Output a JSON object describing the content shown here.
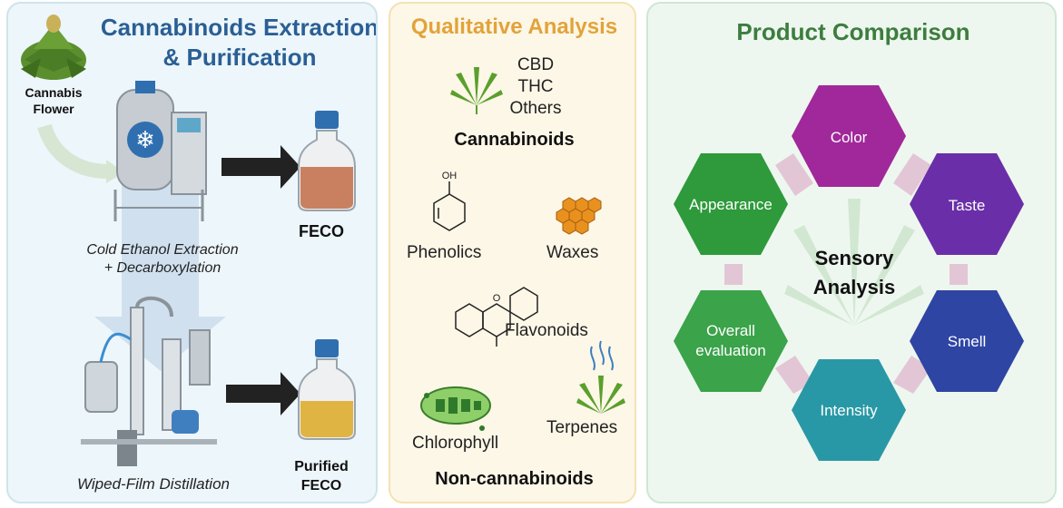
{
  "extraction": {
    "title_line1": "Cannabinoids Extraction",
    "title_line2": "& Purification",
    "cannabis_flower_line1": "Cannabis",
    "cannabis_flower_line2": "Flower",
    "step1_line1": "Cold Ethanol Extraction",
    "step1_line2": "+ Decarboxylation",
    "step2_label": "Wiped-Film Distillation",
    "product1_label": "FECO",
    "product2_line1": "Purified",
    "product2_line2": "FECO",
    "colors": {
      "feco": "#c98060",
      "purified_feco": "#e0b443",
      "title": "#2a5f95"
    }
  },
  "qualitative": {
    "title": "Qualitative Analysis",
    "cannabinoids_list": [
      "CBD",
      "THC",
      "Others"
    ],
    "cannabinoids_heading": "Cannabinoids",
    "phenolics": "Phenolics",
    "waxes": "Waxes",
    "flavonoids": "Flavonoids",
    "chlorophyll": "Chlorophyll",
    "terpenes": "Terpenes",
    "non_cannabinoids_heading": "Non-cannabinoids",
    "phenol_oh": "OH",
    "flavonoid_o": "O"
  },
  "comparison": {
    "title": "Product Comparison",
    "center_line1": "Sensory",
    "center_line2": "Analysis",
    "attributes": [
      {
        "label": "Color",
        "color": "#a1289a"
      },
      {
        "label": "Taste",
        "color": "#6a2fa8"
      },
      {
        "label": "Smell",
        "color": "#2e45a3"
      },
      {
        "label": "Intensity",
        "color": "#2998a6"
      },
      {
        "label": "Overall",
        "label2": "evaluation",
        "color": "#3ba34a"
      },
      {
        "label": "Appearance",
        "color": "#2e9a3b"
      }
    ]
  }
}
